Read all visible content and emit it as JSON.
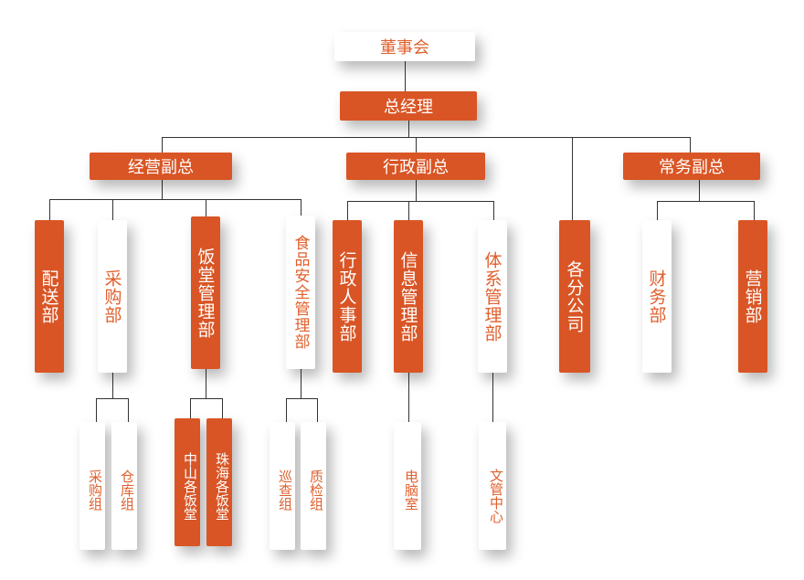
{
  "colors": {
    "accent": "#d95525",
    "white": "#ffffff"
  },
  "board": "董事会",
  "ceo": "总经理",
  "vps": [
    "经营副总",
    "行政副总",
    "常务副总"
  ],
  "departments": [
    "配送部",
    "采购部",
    "饭堂管理部",
    "食品安全管理部",
    "行政人事部",
    "信息管理部",
    "体系管理部",
    "各分公司",
    "财务部",
    "营销部"
  ],
  "teams": [
    "采购组",
    "仓库组",
    "中山各饭堂",
    "珠海各饭堂",
    "巡查组",
    "质检组",
    "电脑室",
    "文管中心"
  ]
}
